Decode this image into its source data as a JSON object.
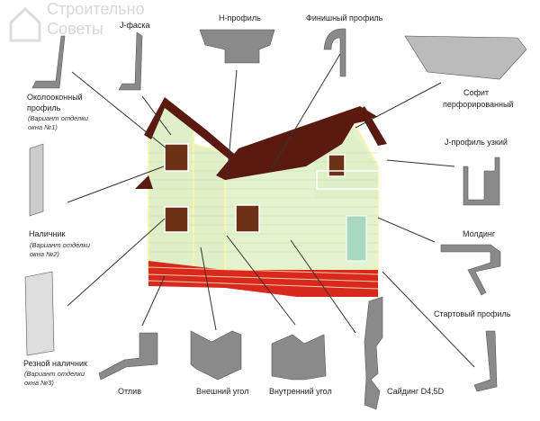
{
  "watermark": {
    "line1": "Строительно",
    "line2": "Советы"
  },
  "labels": {
    "j_chamfer": "J-фаска",
    "h_profile": "H-профиль",
    "finish_profile": "Финишный профиль",
    "soffit": "Софит",
    "soffit2": "перфорированный",
    "window_profile": "Околооконный",
    "window_profile2": "профиль",
    "window_profile_note": "(Вариант отделки",
    "window_profile_note2": "окна №1)",
    "j_narrow": "J-профиль узкий",
    "casing": "Наличник",
    "casing_note": "(Вариант отделки",
    "casing_note2": "окна №2)",
    "molding": "Молдинг",
    "starter": "Стартовый профиль",
    "carved_casing": "Резной наличник",
    "carved_note": "(Вариант отделки",
    "carved_note2": "окна №3)",
    "drip": "Отлив",
    "outer_corner": "Внешний угол",
    "inner_corner": "Внутренний угол",
    "siding": "Сайдинг D4,5D"
  },
  "colors": {
    "roof": "#5a1a10",
    "wall": "#dff0c8",
    "brick": "#d9281e",
    "profile": "#8a8a8a"
  }
}
